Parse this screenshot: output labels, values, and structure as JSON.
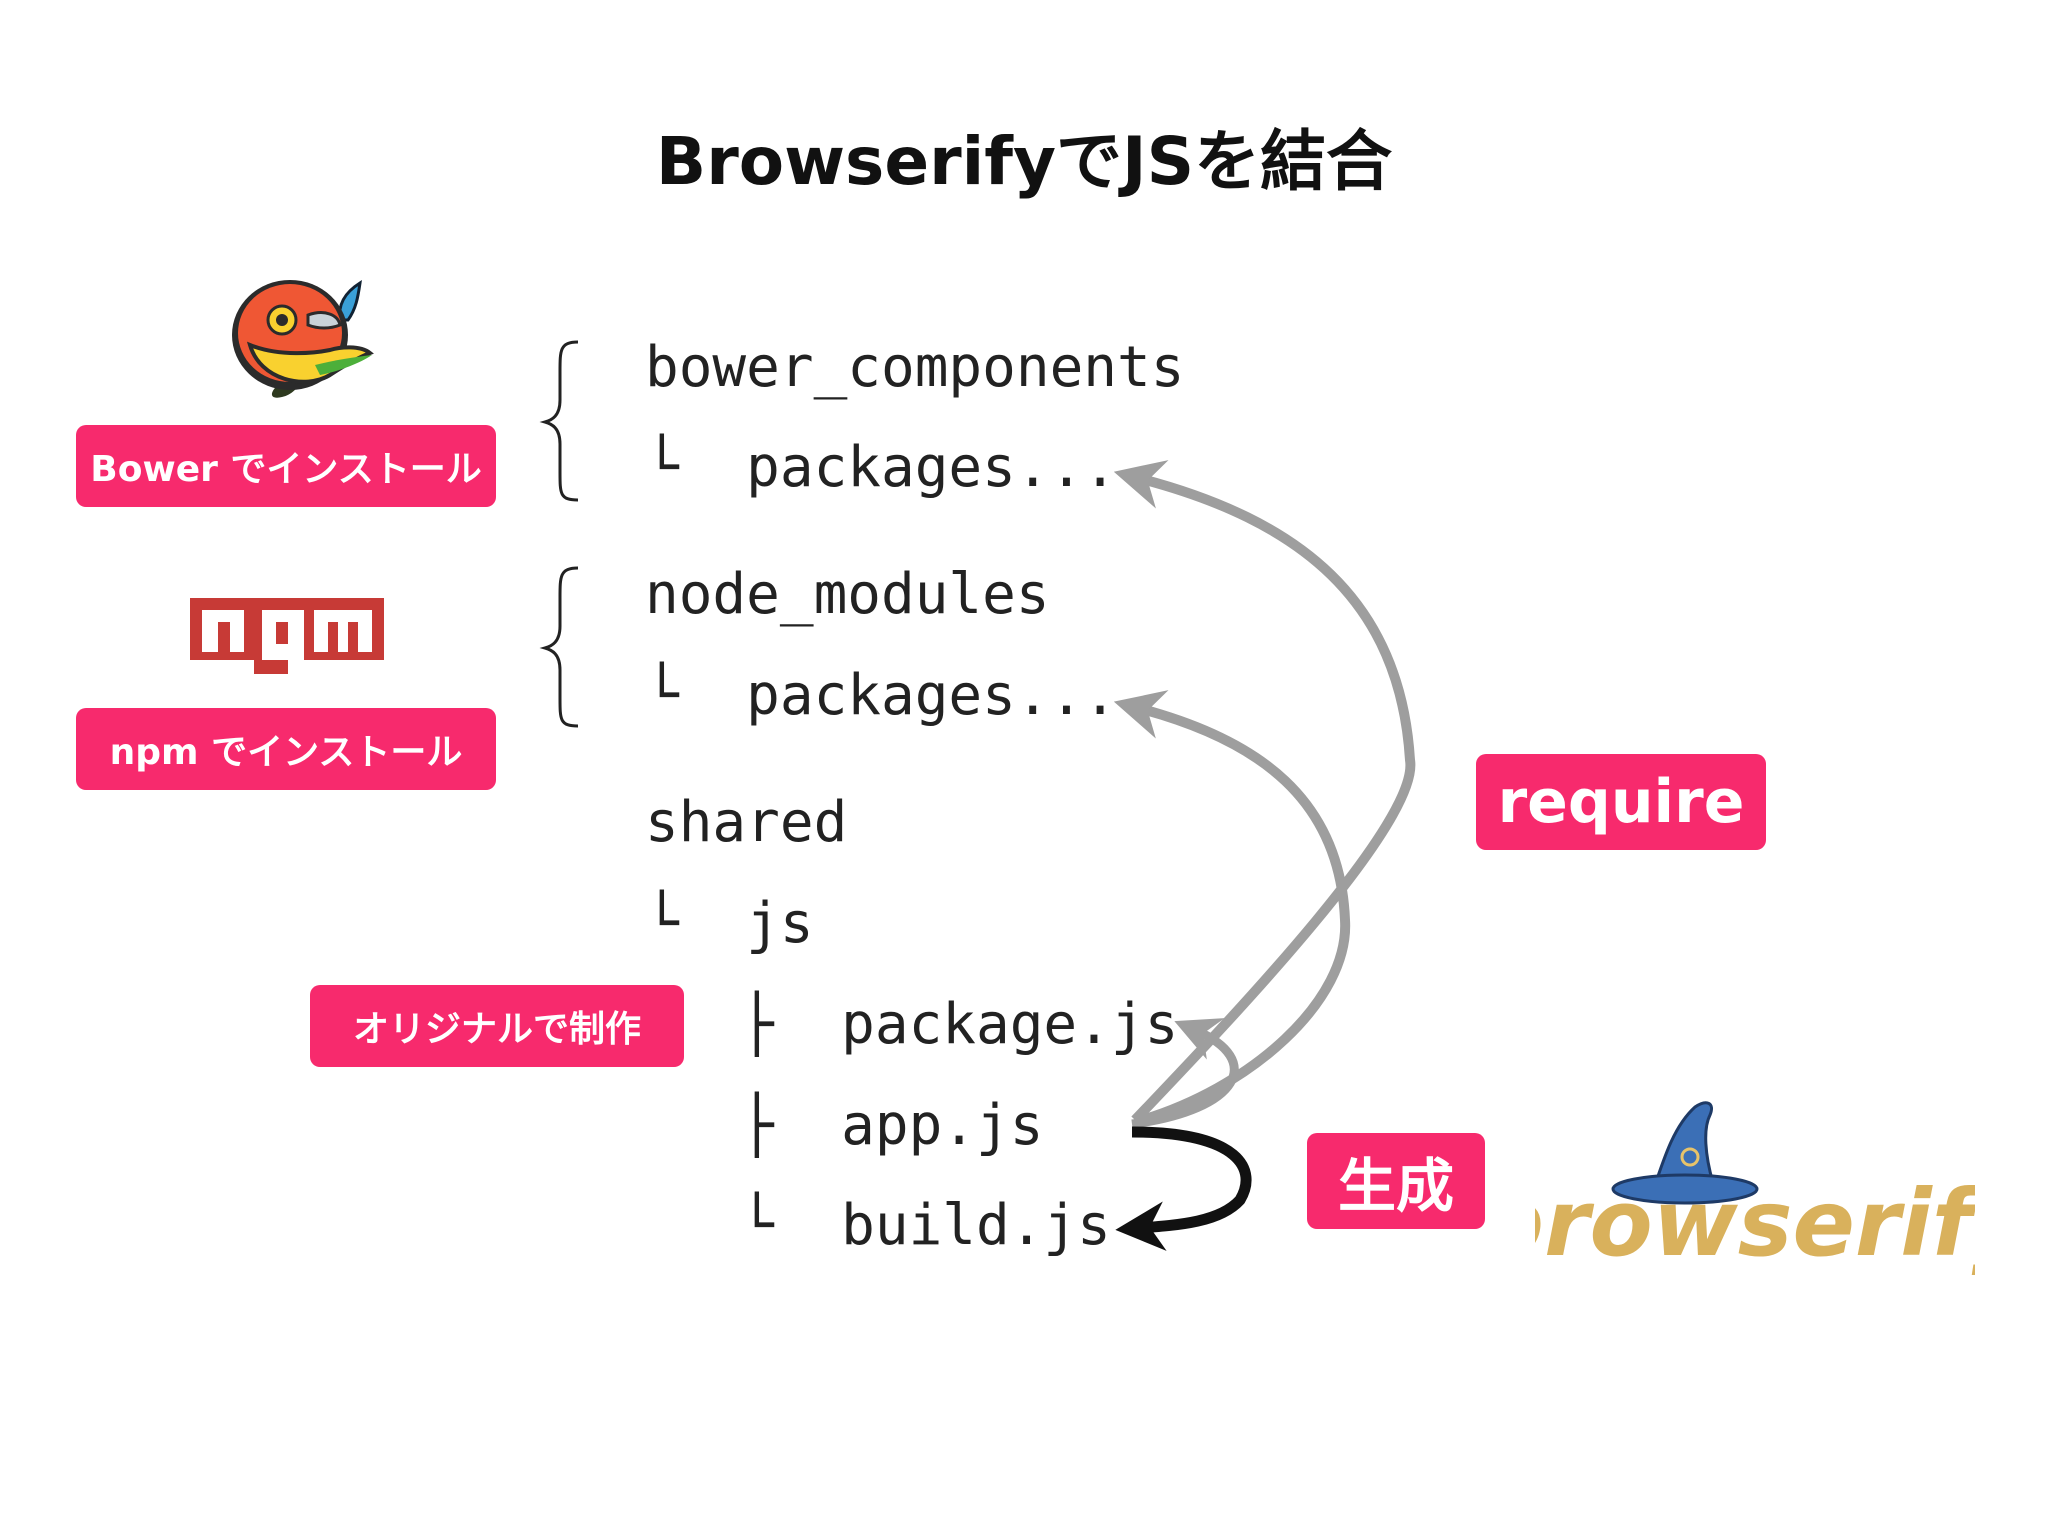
{
  "slide": {
    "title": "BrowserifyでJSを結合"
  },
  "tags": {
    "bower": "Bower でインストール",
    "npm": "npm でインストール",
    "original": "オリジナルで制作",
    "require": "require",
    "generate": "生成"
  },
  "logos": {
    "npm_text": "npm",
    "browserify_text": "browserify"
  },
  "tree": {
    "bower_components": "bower_components",
    "bower_packages": "└  packages...",
    "node_modules": "node_modules",
    "node_packages": "└  packages...",
    "shared": "shared",
    "js": "└  js",
    "package_js": "├  package.js",
    "app_js": "├  app.js",
    "build_js": "└  build.js"
  },
  "colors": {
    "accent": "#f72a6d",
    "arrow_gray": "#9e9e9e",
    "arrow_black": "#111111"
  }
}
